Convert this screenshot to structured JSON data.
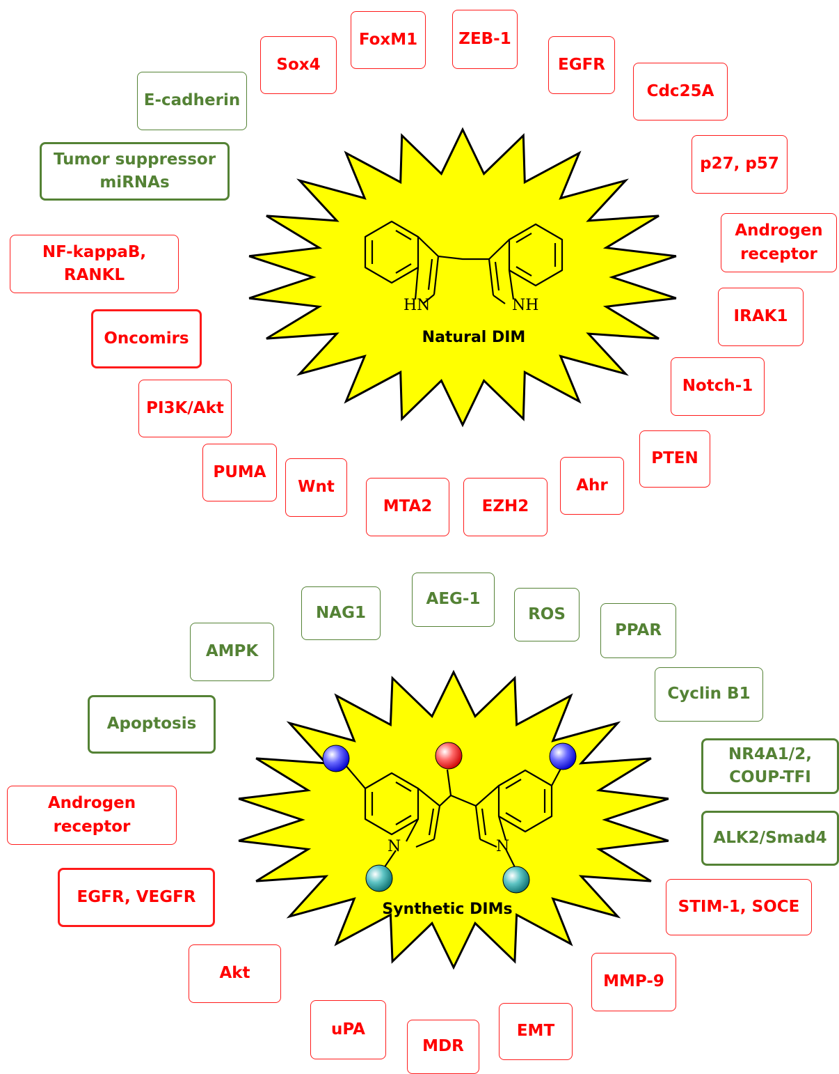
{
  "natural": {
    "label": "Natural DIM",
    "nh_left": "HN",
    "nh_right": "NH",
    "targets": [
      {
        "text": "Sox4",
        "color": "red"
      },
      {
        "text": "FoxM1",
        "color": "red"
      },
      {
        "text": "ZEB-1",
        "color": "red"
      },
      {
        "text": "EGFR",
        "color": "red"
      },
      {
        "text": "Cdc25A",
        "color": "red"
      },
      {
        "text": "E-cadherin",
        "color": "green"
      },
      {
        "text": "Tumor suppressor\nmiRNAs",
        "color": "green"
      },
      {
        "text": "p27, p57",
        "color": "red"
      },
      {
        "text": "Androgen\nreceptor",
        "color": "red"
      },
      {
        "text": "NF-kappaB,\nRANKL",
        "color": "red"
      },
      {
        "text": "IRAK1",
        "color": "red"
      },
      {
        "text": "Oncomirs",
        "color": "red"
      },
      {
        "text": "Notch-1",
        "color": "red"
      },
      {
        "text": "PI3K/Akt",
        "color": "red"
      },
      {
        "text": "PTEN",
        "color": "red"
      },
      {
        "text": "PUMA",
        "color": "red"
      },
      {
        "text": "Wnt",
        "color": "red"
      },
      {
        "text": "MTA2",
        "color": "red"
      },
      {
        "text": "EZH2",
        "color": "red"
      },
      {
        "text": "Ahr",
        "color": "red"
      }
    ]
  },
  "synthetic": {
    "label": "Synthetic DIMs",
    "n_left": "N",
    "n_right": "N",
    "targets": [
      {
        "text": "AEG-1",
        "color": "green"
      },
      {
        "text": "NAG1",
        "color": "green"
      },
      {
        "text": "ROS",
        "color": "green"
      },
      {
        "text": "PPAR",
        "color": "green"
      },
      {
        "text": "AMPK",
        "color": "green"
      },
      {
        "text": "Cyclin B1",
        "color": "green"
      },
      {
        "text": "Apoptosis",
        "color": "green"
      },
      {
        "text": "NR4A1/2,\nCOUP-TFI",
        "color": "green"
      },
      {
        "text": "Androgen\nreceptor",
        "color": "red"
      },
      {
        "text": "ALK2/Smad4",
        "color": "green"
      },
      {
        "text": "EGFR, VEGFR",
        "color": "red"
      },
      {
        "text": "STIM-1, SOCE",
        "color": "red"
      },
      {
        "text": "Akt",
        "color": "red"
      },
      {
        "text": "MMP-9",
        "color": "red"
      },
      {
        "text": "uPA",
        "color": "red"
      },
      {
        "text": "EMT",
        "color": "red"
      },
      {
        "text": "MDR",
        "color": "red"
      }
    ]
  },
  "colors": {
    "red": "#ff0000",
    "green": "#548235",
    "star_fill": "#ffff00",
    "sphere_blue": "#1a1aff",
    "sphere_red": "#ff2020",
    "sphere_teal": "#1a9a9a"
  }
}
